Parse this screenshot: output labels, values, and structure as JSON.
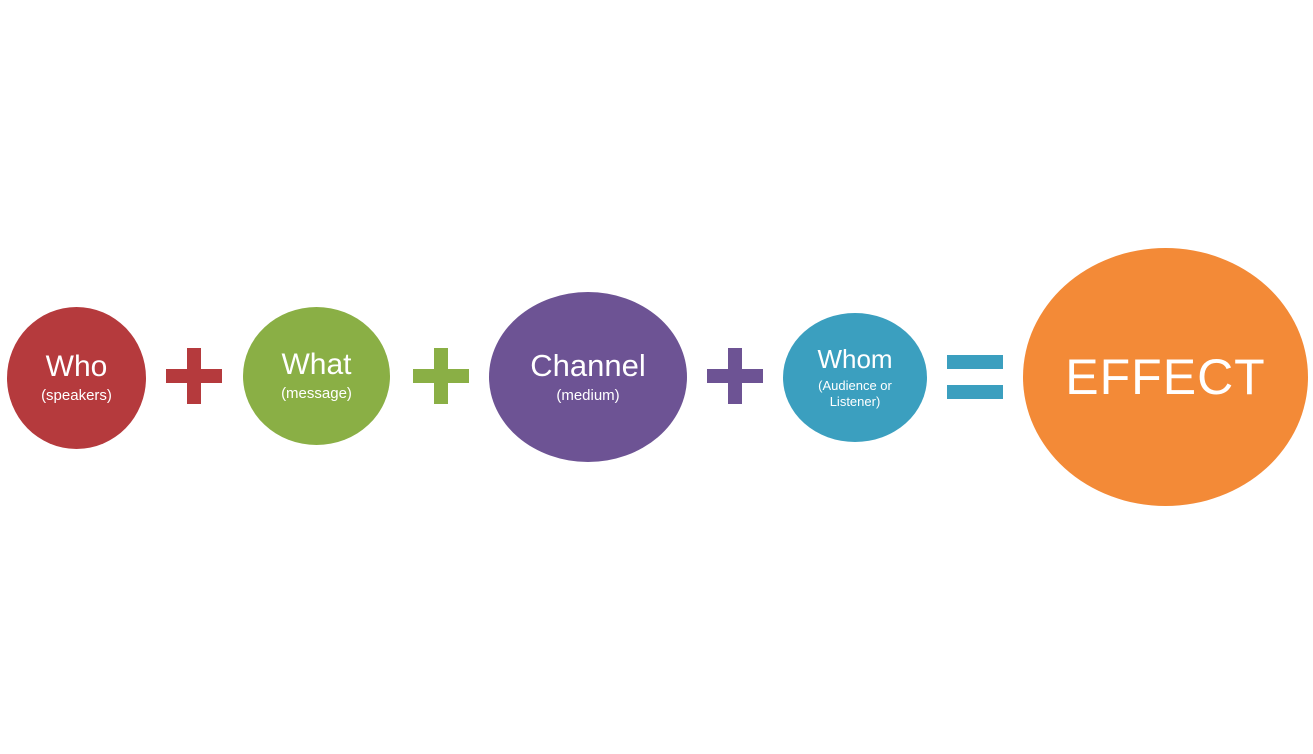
{
  "colors": {
    "who": "#b53a3d",
    "what": "#8aaf45",
    "channel": "#6d5394",
    "whom": "#3b9fbf",
    "effect": "#f38a37",
    "plus_1": "#b53a3d",
    "plus_2": "#8aaf45",
    "plus_3": "#6d5394",
    "equals": "#3b9fbf"
  },
  "nodes": {
    "who": {
      "title": "Who",
      "subtitle": "(speakers)"
    },
    "what": {
      "title": "What",
      "subtitle": "(message)"
    },
    "channel": {
      "title": "Channel",
      "subtitle": "(medium)"
    },
    "whom": {
      "title": "Whom",
      "subtitle": "(Audience or Listener)"
    },
    "effect": {
      "title": "EFFECT"
    }
  },
  "operators": {
    "plus_icon": "plus-icon",
    "equals_icon": "equals-icon"
  }
}
